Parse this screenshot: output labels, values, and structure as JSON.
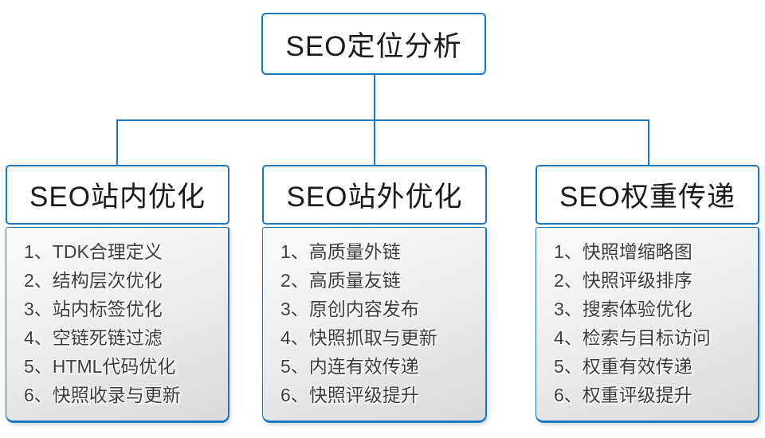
{
  "colors": {
    "line": "#1a78c2",
    "title_text": "#1a1a1a",
    "item_text": "#3c3c3c",
    "body_gradient_top": "#fbfbfb",
    "body_gradient_bottom": "#d9d9d9"
  },
  "root": {
    "title": "SEO定位分析"
  },
  "branches": [
    {
      "id": "onsite",
      "title": "SEO站内优化",
      "items": [
        "1、TDK合理定义",
        "2、结构层次优化",
        "3、站内标签优化",
        "4、空链死链过滤",
        "5、HTML代码优化",
        "6、快照收录与更新"
      ]
    },
    {
      "id": "offsite",
      "title": "SEO站外优化",
      "items": [
        "1、高质量外链",
        "2、高质量友链",
        "3、原创内容发布",
        "4、快照抓取与更新",
        "5、内连有效传递",
        "6、快照评级提升"
      ]
    },
    {
      "id": "weight",
      "title": "SEO权重传递",
      "items": [
        "1、快照增缩略图",
        "2、快照评级排序",
        "3、搜索体验优化",
        "4、检索与目标访问",
        "5、权重有效传递",
        "6、权重评级提升"
      ]
    }
  ]
}
